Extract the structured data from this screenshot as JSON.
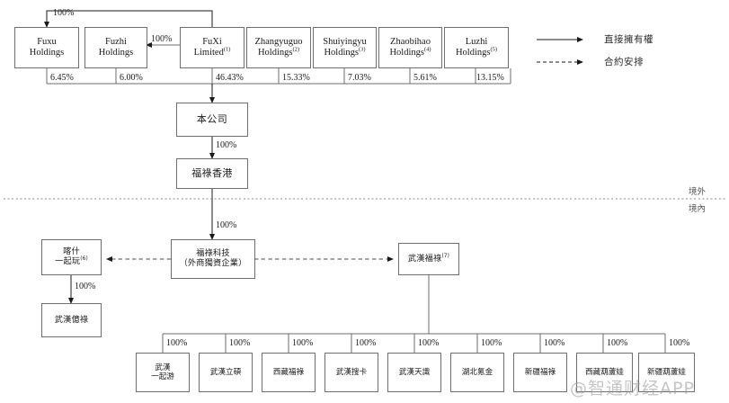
{
  "chart_data": {
    "type": "diagram",
    "title": "Corporate shareholding structure chart",
    "legend": [
      {
        "id": "direct-ownership",
        "label": "直接擁有權",
        "line": "solid"
      },
      {
        "id": "contractual-arrangement",
        "label": "合約安排",
        "line": "dashed"
      }
    ],
    "zones": {
      "offshore": "境外",
      "onshore": "境內"
    }
  },
  "shareholders": [
    {
      "id": "fuxu-holdings",
      "line1": "Fuxu",
      "line2": "Holdings",
      "note": "",
      "pct": "6.45%"
    },
    {
      "id": "fuzhi-holdings",
      "line1": "Fuzhi",
      "line2": "Holdings",
      "note": "",
      "pct": "6.00%"
    },
    {
      "id": "fuxi-limited",
      "line1": "FuXi",
      "line2": "Limited",
      "note": "(1)",
      "pct": "46.43%"
    },
    {
      "id": "zhangyuguo-holdings",
      "line1": "Zhangyuguo",
      "line2": "Holdings",
      "note": "(2)",
      "pct": "15.33%"
    },
    {
      "id": "shuiyingyu-holdings",
      "line1": "Shuiyingyu",
      "line2": "Holdings",
      "note": "(3)",
      "pct": "7.03%"
    },
    {
      "id": "zhaobihao-holdings",
      "line1": "Zhaobihao",
      "line2": "Holdings",
      "note": "(4)",
      "pct": "5.61%"
    },
    {
      "id": "luzhi-holdings",
      "line1": "Luzhi",
      "line2": "Holdings",
      "note": "(5)",
      "pct": "13.15%"
    }
  ],
  "fuxi_to_fuxu_pct": "100%",
  "fuxi_to_fuzhi_pct": "100%",
  "company": {
    "id": "the-company",
    "label": "本公司"
  },
  "company_to_hk_pct": "100%",
  "fulu_hk": {
    "id": "fulu-hong-kong",
    "label": "福祿香港"
  },
  "hk_to_wfoe_pct": "100%",
  "wfoe": {
    "id": "fulu-technology-wfoe",
    "line1": "福祿科技",
    "line2": "（外商獨資企業）"
  },
  "kashi": {
    "id": "kashi-yiqiwan",
    "line1": "喀什",
    "line2": "一起玩",
    "note": "(6)"
  },
  "kashi_to_yilu_pct": "100%",
  "wuhan_yilu": {
    "id": "wuhan-yilu",
    "label": "武漢億祿"
  },
  "wuhan_fulu": {
    "id": "wuhan-fulu",
    "label": "武漢福祿",
    "note": "(7)"
  },
  "subsidiaries": [
    {
      "id": "wuhan-yiqiyou",
      "line1": "武漢",
      "line2": "一起游",
      "pct": "100%"
    },
    {
      "id": "wuhan-lishuo",
      "line1": "武漢立碩",
      "line2": "",
      "pct": "100%"
    },
    {
      "id": "xizang-fulu",
      "line1": "西藏福祿",
      "line2": "",
      "pct": "100%"
    },
    {
      "id": "wuhan-souka",
      "line1": "武漢搜卡",
      "line2": "",
      "pct": "100%"
    },
    {
      "id": "wuhan-tianshi",
      "line1": "武漢天識",
      "line2": "",
      "pct": "100%"
    },
    {
      "id": "hubei-kejin",
      "line1": "湖北氪金",
      "line2": "",
      "pct": "100%"
    },
    {
      "id": "xinjiang-fulu",
      "line1": "新疆福祿",
      "line2": "",
      "pct": "100%"
    },
    {
      "id": "xizang-huluwa",
      "line1": "西藏葫蘆娃",
      "line2": "",
      "pct": "100%"
    },
    {
      "id": "xinjiang-huluwa",
      "line1": "新疆葫蘆娃",
      "line2": "",
      "pct": "100%"
    }
  ],
  "watermark": "@智通财经APP"
}
